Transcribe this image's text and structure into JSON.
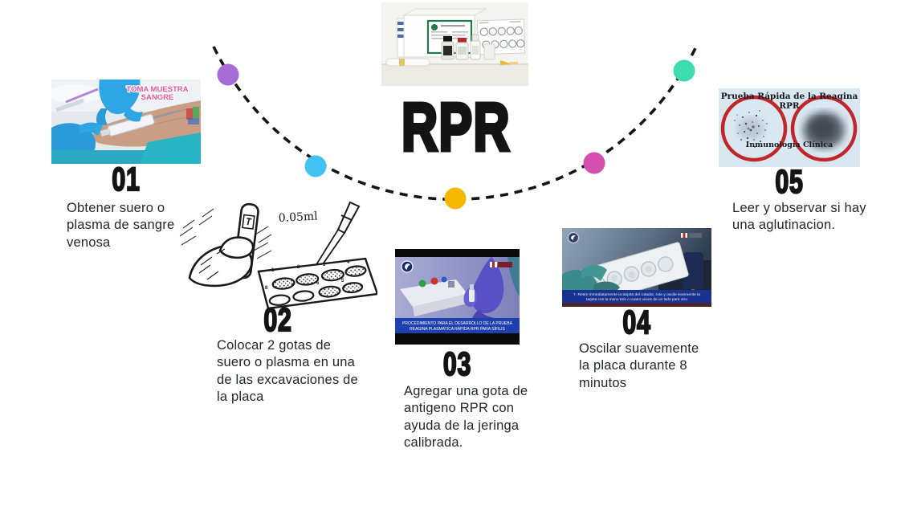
{
  "title": "RPR",
  "timeline": {
    "dots": [
      {
        "label": "step-1",
        "color": "#a56cd5"
      },
      {
        "label": "step-2",
        "color": "#41c3f1"
      },
      {
        "label": "step-3",
        "color": "#f5b800"
      },
      {
        "label": "step-4",
        "color": "#d44fae"
      },
      {
        "label": "step-5",
        "color": "#3cdcb0"
      }
    ],
    "line_color": "#141414"
  },
  "steps": [
    {
      "number": "01",
      "text": "Obtener suero o plasma de sangre venosa",
      "photo": {
        "label_line1": "TOMA MUESTRA",
        "label_line2": "SANGRE",
        "label_color": "#f0539d"
      }
    },
    {
      "number": "02",
      "text": "Colocar 2 gotas de suero o plasma en una de las excavaciones de la placa",
      "illustration": {
        "volume_label": "0.05ml",
        "well_numbers_top": "1 2 3 4",
        "well_numbers_bottom": "8 7 6 5"
      }
    },
    {
      "number": "03",
      "text": "Agregar una gota de antigeno RPR con ayuda de la jeringa calibrada.",
      "video": {
        "caption_line1": "PROCEDIMIENTO PARA EL DESARROLLO DE LA PRUEBA",
        "caption_line2": "REAGINA PLASMATICA RÁPIDA RPR PARA SÍFILIS"
      }
    },
    {
      "number": "04",
      "text": "Oscilar suavemente la placa durante 8 minutos",
      "video": {
        "caption_line1": "7. Retire inmediatamente la tarjeta del rotador, rote y oscile levemente la",
        "caption_line2": "tarjeta con la mano tres o cuatro veces de un lado para otro"
      }
    },
    {
      "number": "05",
      "text": "Leer y observar si hay una aglutinacion.",
      "card": {
        "title": "Prueba Rápida de la Reagina",
        "subtitle": "RPR",
        "footer": "Inmunología Clínica"
      }
    }
  ]
}
